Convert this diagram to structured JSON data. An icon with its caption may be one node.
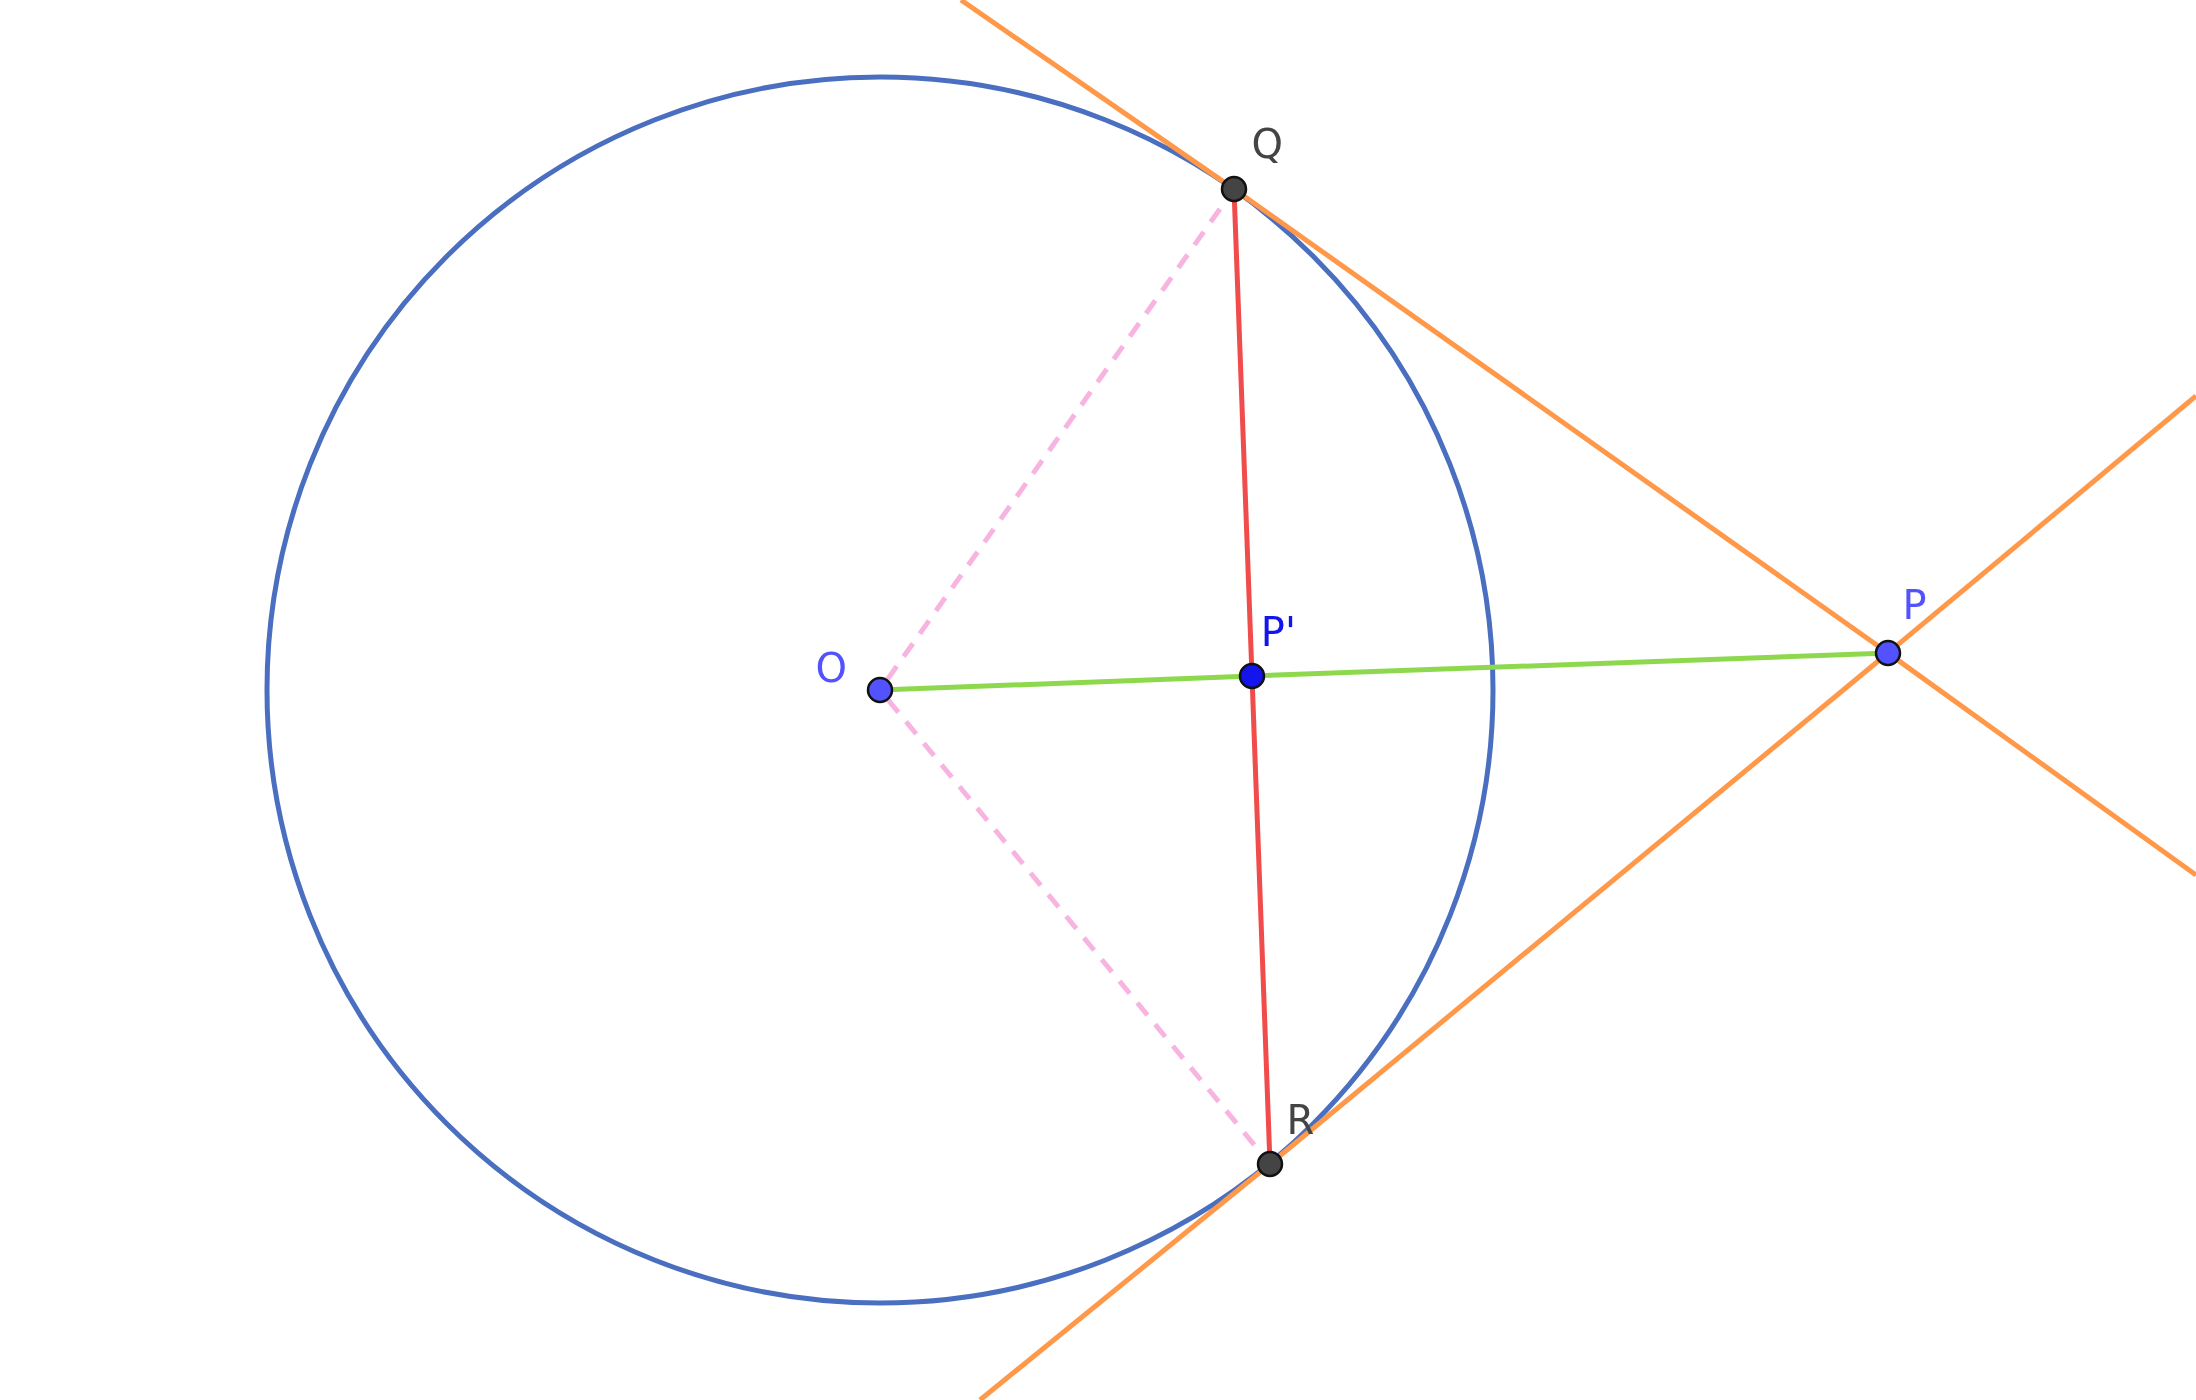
{
  "diagram": {
    "nodes": [
      {
        "text": [],
        "shape": "circle"
      },
      {
        "text": [
          "O"
        ],
        "in": 0
      },
      {
        "text": [
          "P'"
        ],
        "in": 0
      },
      {
        "text": [
          "P"
        ]
      },
      {
        "text": [
          "Q"
        ]
      },
      {
        "text": [
          "R"
        ]
      }
    ],
    "edges": [
      {
        "from": 1,
        "to": 2,
        "arrow": "none",
        "color": "#8ed84e"
      },
      {
        "from": 2,
        "to": 3,
        "arrow": "none",
        "color": "#8ed84e"
      },
      {
        "from": 4,
        "to": 2,
        "arrow": "none",
        "color": "#f04c4c"
      },
      {
        "from": 2,
        "to": 5,
        "arrow": "none",
        "color": "#f04c4c"
      },
      {
        "from": 1,
        "to": 4,
        "arrow": "none",
        "style": "dashed",
        "color": "#f8b4e0"
      },
      {
        "from": 1,
        "to": 5,
        "arrow": "none",
        "style": "dashed",
        "color": "#f8b4e0"
      },
      {
        "from": null,
        "to": 4,
        "arrow": "none"
      },
      {
        "from": 4,
        "to": 3,
        "arrow": "none"
      },
      {
        "from": 3,
        "to": null,
        "arrow": "none"
      },
      {
        "from": null,
        "to": 5,
        "arrow": "none"
      },
      {
        "from": 5,
        "to": 3,
        "arrow": "none"
      },
      {
        "from": 3,
        "to": null,
        "arrow": "none"
      }
    ]
  }
}
